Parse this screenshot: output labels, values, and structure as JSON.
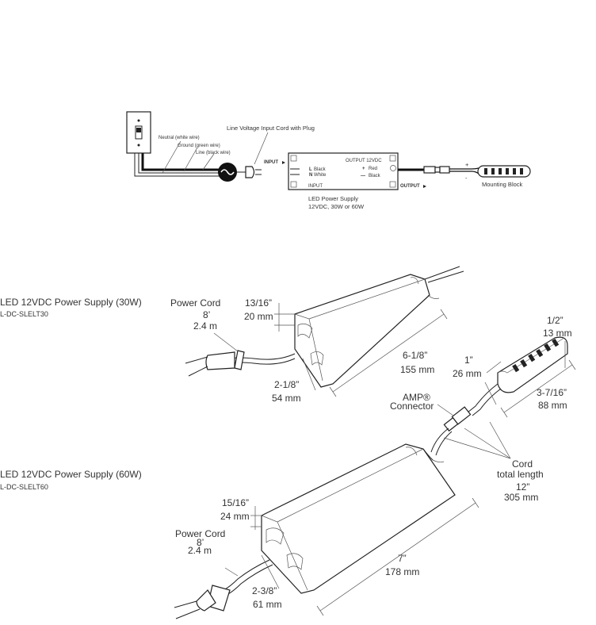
{
  "wiring": {
    "neutral": "Neutral (white wire)",
    "ground": "Ground (green wire)",
    "line": "Line (black wire)",
    "input_cord": "Line Voltage Input Cord with Plug",
    "input_arrow": "INPUT",
    "output_arrow": "OUTPUT",
    "psu_output": "OUTPUT 12VDC",
    "psu_input": "INPUT",
    "psu_l": "L",
    "psu_l_wire": "Black",
    "psu_n": "N",
    "psu_n_wire": "White",
    "psu_red": "Red",
    "psu_black": "Black",
    "psu_plus": "+",
    "psu_minus": "—",
    "plus": "+",
    "minus": "-",
    "psu_title": "LED Power Supply",
    "psu_sub": "12VDC, 30W or 60W",
    "mounting_block": "Mounting Block"
  },
  "supply30": {
    "title": "LED 12VDC Power Supply (30W)",
    "code": "L-DC-SLELT30",
    "cord_label": "Power Cord",
    "cord_ft": "8’",
    "cord_m": "2.4 m",
    "height_in": "13/16”",
    "height_mm": "20 mm",
    "length_in": "6-1/8”",
    "length_mm": "155 mm",
    "width_in": "2-1/8”",
    "width_mm": "54 mm"
  },
  "block": {
    "height_in": "1/2”",
    "height_mm": "13 mm",
    "width_in": "1”",
    "width_mm": "26 mm",
    "length_in": "3-7/16”",
    "length_mm": "88 mm",
    "connector1": "AMP®",
    "connector2": "Connector",
    "cord1": "Cord",
    "cord2": "total length",
    "cord_in": "12”",
    "cord_mm": "305 mm"
  },
  "supply60": {
    "title": "LED 12VDC Power Supply (60W)",
    "code": "L-DC-SLELT60",
    "cord_label": "Power Cord",
    "cord_ft": "8’",
    "cord_m": "2.4 m",
    "height_in": "15/16”",
    "height_mm": "24 mm",
    "length_in": "7”",
    "length_mm": "178 mm",
    "width_in": "2-3/8”",
    "width_mm": "61 mm"
  }
}
